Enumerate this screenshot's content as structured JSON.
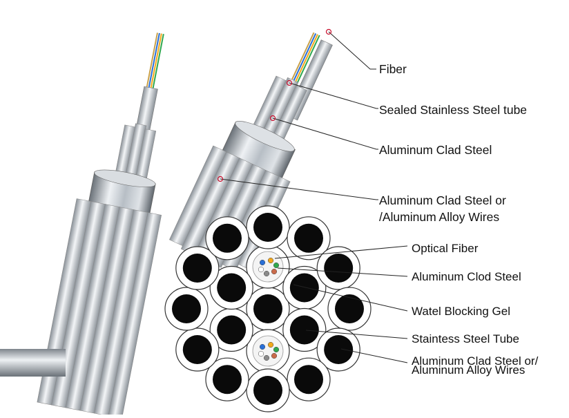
{
  "labels_upper": [
    {
      "id": "fiber",
      "text": "Fiber"
    },
    {
      "id": "sealed-tube",
      "text": "Sealed Stainless Steel tube"
    },
    {
      "id": "aluminum-clad-steel",
      "text": "Aluminum Clad Steel"
    },
    {
      "id": "outer-wires",
      "line1": "Aluminum Clad Steel or",
      "line2": "/Aluminum Alloy Wires"
    }
  ],
  "labels_lower": [
    {
      "id": "optical-fiber",
      "text": "Optical Fiber"
    },
    {
      "id": "aluminum-clod-steel",
      "text": "Aluminum Clod Steel"
    },
    {
      "id": "water-blocking-gel",
      "text": "Watel Blocking Gel"
    },
    {
      "id": "stainless-steel-tube",
      "text": "Staintess Steel Tube"
    },
    {
      "id": "outer-wires-2",
      "line1": "Aluminum Clad Steel or/",
      "line2": "Aluminum Alloy Wires"
    }
  ],
  "colors": {
    "wire_core": "#0a0a0a",
    "wire_ring": "#ffffff",
    "wire_outline": "#333333",
    "leader_line": "#222222",
    "leader_dot": "#c8102e",
    "steel_light": "#e9ecef",
    "steel_mid": "#a9b0b7",
    "steel_dark": "#5f666d"
  },
  "fiber_colors": [
    "#2a6fd6",
    "#f2a81d",
    "#2fa84f",
    "#c96a4a",
    "#8a8a8a",
    "#ffffff"
  ]
}
